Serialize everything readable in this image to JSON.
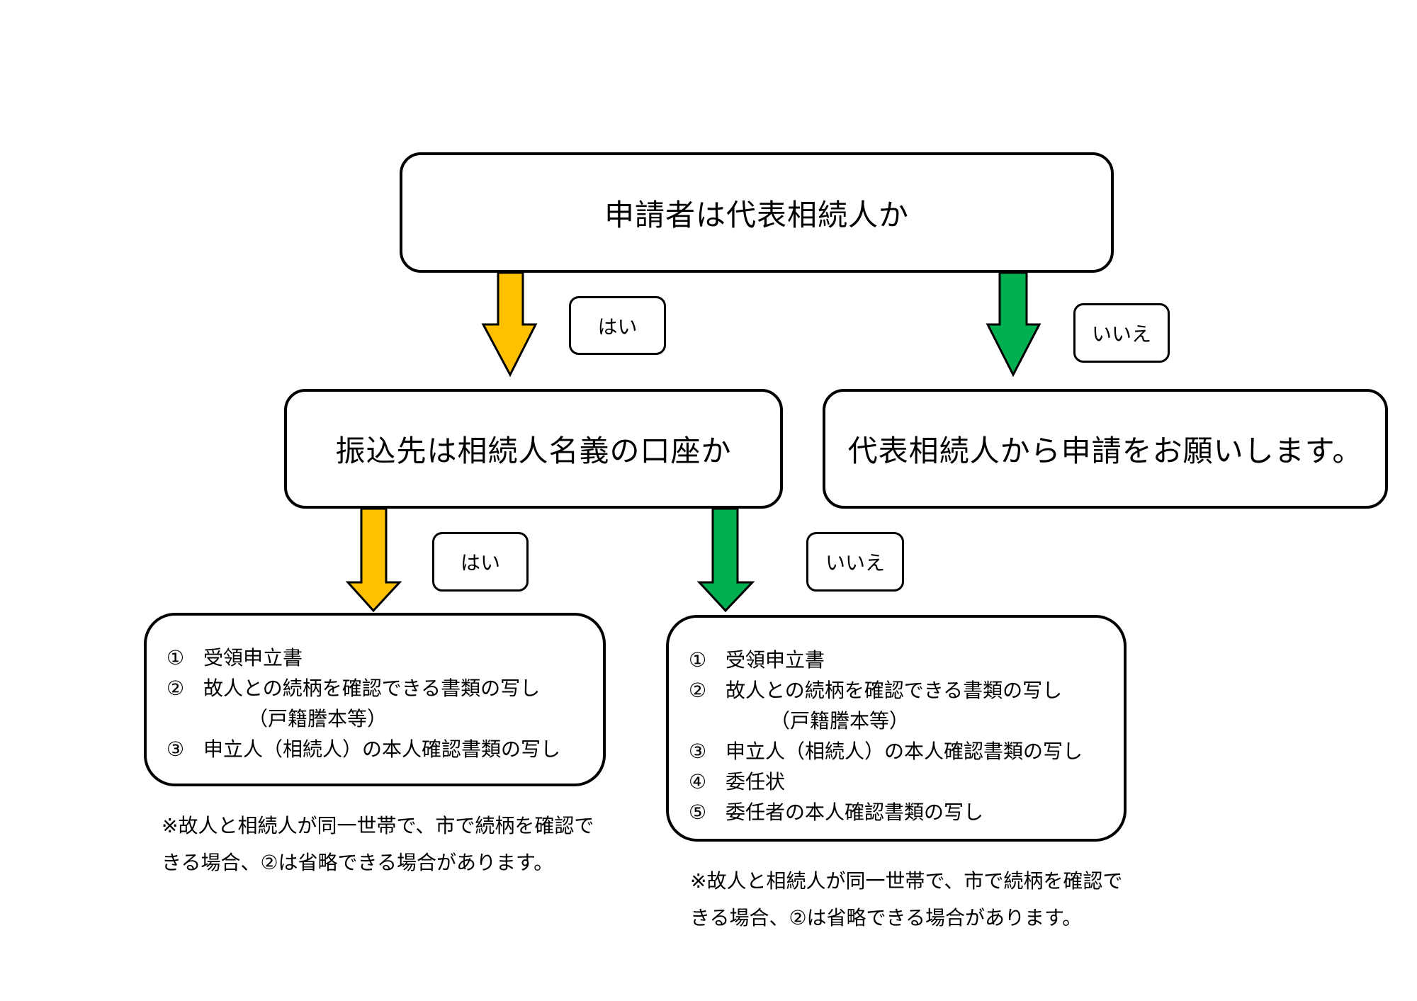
{
  "colors": {
    "yes_arrow": "#FFC000",
    "no_arrow": "#00B050",
    "border": "#000000"
  },
  "question1": {
    "text": "申請者は代表相続人か"
  },
  "question1_yes_label": "はい",
  "question1_no_label": "いいえ",
  "question2": {
    "text": "振込先は相続人名義の口座か"
  },
  "no_result": {
    "text": "代表相続人から申請をお願いします。"
  },
  "question2_yes_label": "はい",
  "question2_no_label": "いいえ",
  "yes_documents": {
    "items": [
      {
        "num": "①",
        "text": "受領申立書"
      },
      {
        "num": "②",
        "text": "故人との続柄を確認できる書類の写し",
        "sub": "（戸籍謄本等）"
      },
      {
        "num": "③",
        "text": "申立人（相続人）の本人確認書類の写し"
      }
    ],
    "note": [
      "※故人と相続人が同一世帯で、市で続柄を確認で",
      "きる場合、②は省略できる場合があります。"
    ]
  },
  "no_documents": {
    "items": [
      {
        "num": "①",
        "text": "受領申立書"
      },
      {
        "num": "②",
        "text": "故人との続柄を確認できる書類の写し",
        "sub": "（戸籍謄本等）"
      },
      {
        "num": "③",
        "text": "申立人（相続人）の本人確認書類の写し"
      },
      {
        "num": "④",
        "text": "委任状"
      },
      {
        "num": "⑤",
        "text": "委任者の本人確認書類の写し"
      }
    ],
    "note": [
      "※故人と相続人が同一世帯で、市で続柄を確認で",
      "きる場合、②は省略できる場合があります。"
    ]
  }
}
